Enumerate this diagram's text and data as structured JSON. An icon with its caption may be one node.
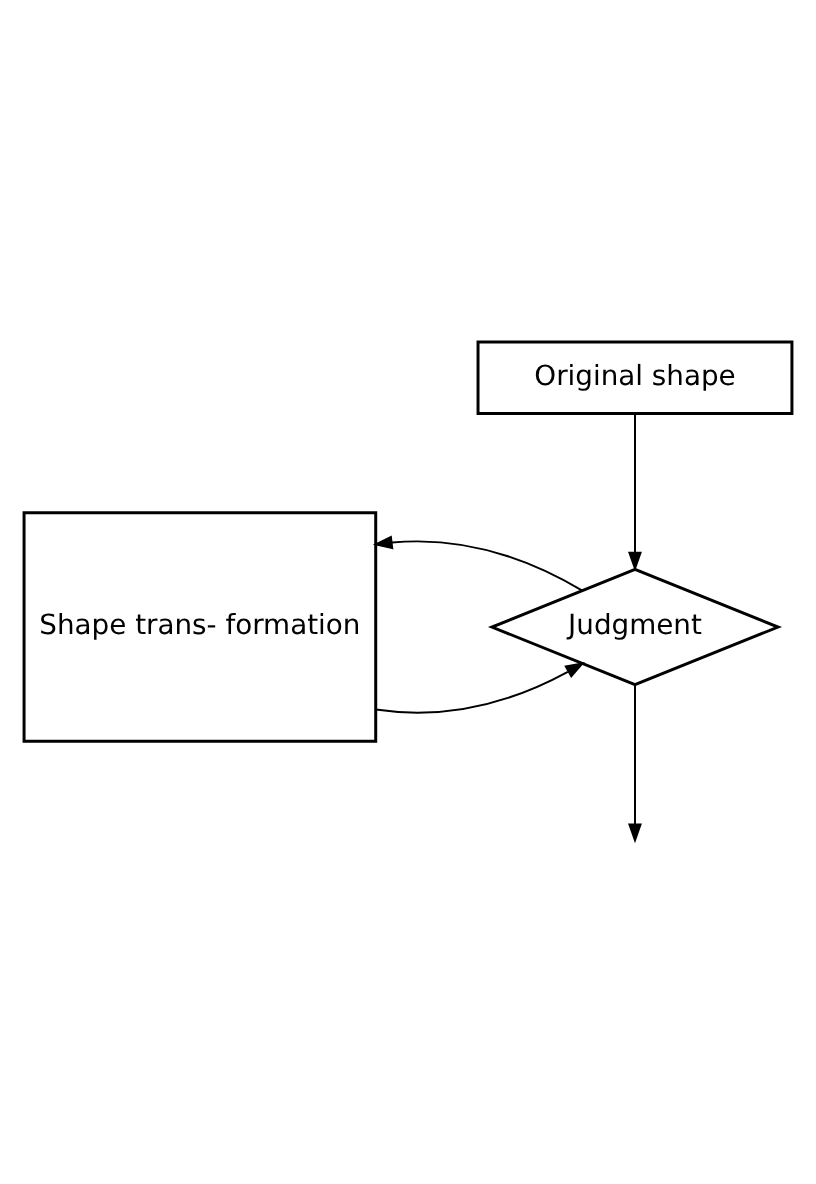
{
  "diagram": {
    "nodes": [
      {
        "text": [
          "Original shape"
        ]
      },
      {
        "text": [
          "Shape trans- formation"
        ]
      },
      {
        "text": [
          "Judgment"
        ]
      }
    ],
    "edges": [
      {
        "from": 0,
        "to": 2,
        "arrow": "to"
      },
      {
        "from": 1,
        "to": 2,
        "arrow": "to"
      },
      {
        "from": 2,
        "to": 1,
        "arrow": "to"
      },
      {
        "from": 2,
        "to": null,
        "arrow": "to"
      }
    ]
  }
}
